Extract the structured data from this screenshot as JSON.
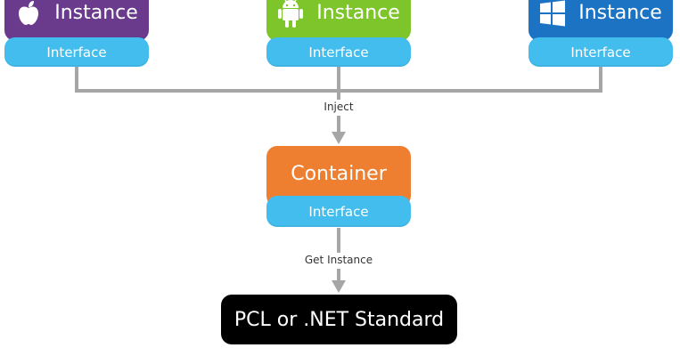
{
  "colors": {
    "apple": "#6a3a8d",
    "android": "#7dc52a",
    "windows": "#1c73c4",
    "interface": "#43bdee",
    "container": "#ee7f30",
    "pcl": "#000000",
    "connector": "#a6a6a6"
  },
  "instances": [
    {
      "platform_icon": "apple-icon",
      "label": "Instance",
      "interface_label": "Interface"
    },
    {
      "platform_icon": "android-icon",
      "label": "Instance",
      "interface_label": "Interface"
    },
    {
      "platform_icon": "windows-icon",
      "label": "Instance",
      "interface_label": "Interface"
    }
  ],
  "edges": {
    "inject_label": "Inject",
    "get_instance_label": "Get Instance"
  },
  "container": {
    "label": "Container",
    "interface_label": "Interface"
  },
  "target": {
    "label": "PCL or .NET Standard"
  }
}
